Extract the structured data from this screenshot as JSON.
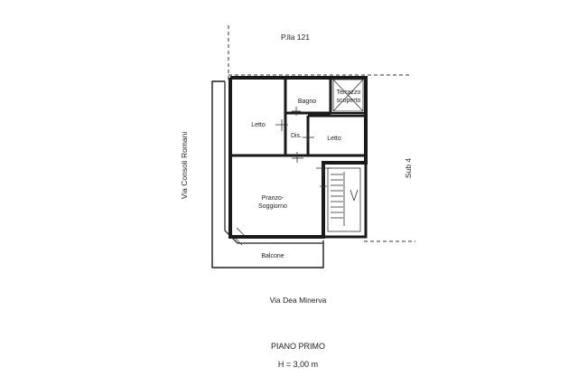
{
  "labels": {
    "parcel": "P.lla 121",
    "street_left": "Via Consoli Romani",
    "street_bottom": "Via Dea Minerva",
    "sub": "Sub 4"
  },
  "rooms": {
    "letto_1": "Letto",
    "bagno": "Bagno",
    "terrazzo_line1": "Terrazzo",
    "terrazzo_line2": "scoperto",
    "dis": "Dis.",
    "letto_2": "Letto",
    "pranzo_line1": "Pranzo-",
    "pranzo_line2": "Soggiorno",
    "balcone": "Balcone"
  },
  "footer": {
    "floor": "PIANO PRIMO",
    "height": "H = 3,00 m"
  }
}
